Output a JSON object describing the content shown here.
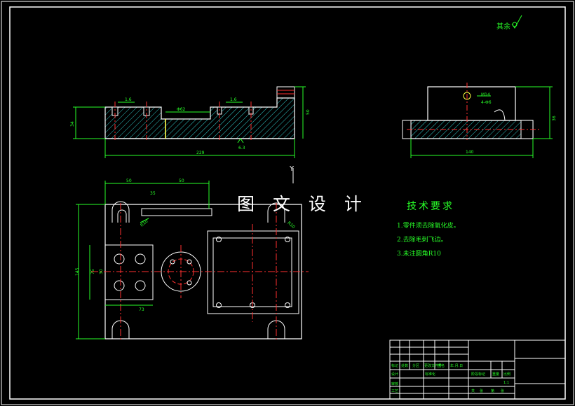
{
  "watermark": "图 文 设 计",
  "roughness_note": {
    "label": "其余"
  },
  "tech_requirements": {
    "title": "技术要求",
    "items": [
      "1.零件须去除氧化皮。",
      "2.去除毛刺飞边。",
      "3.未注圆角R10"
    ]
  },
  "front_view": {
    "dims": [
      "1.6",
      "1.6",
      "Φ62",
      "34",
      "50",
      "6.3",
      "229"
    ]
  },
  "side_view": {
    "dims": [
      "M14",
      "4-Φ6",
      "36",
      "140"
    ]
  },
  "plan_view": {
    "axis_label": "Y",
    "dims": [
      "50",
      "50",
      "35",
      "145",
      "75",
      "30",
      "R10",
      "R10",
      "73"
    ]
  },
  "title_block": {
    "cells": [
      "标记",
      "处数",
      "分区",
      "更改文件号",
      "签名",
      "年.月.日",
      "设计",
      "标准化",
      "阶段标记",
      "重量",
      "比例",
      "1:1",
      "审核",
      "工艺",
      "共",
      "张",
      "第",
      "张"
    ]
  },
  "colors": {
    "background": "#000000",
    "outline": "#ffffff",
    "dimension": "#28ff28",
    "centerline": "#ff3030",
    "hatch": "#30c8c8",
    "part_edge": "#ffff40"
  }
}
